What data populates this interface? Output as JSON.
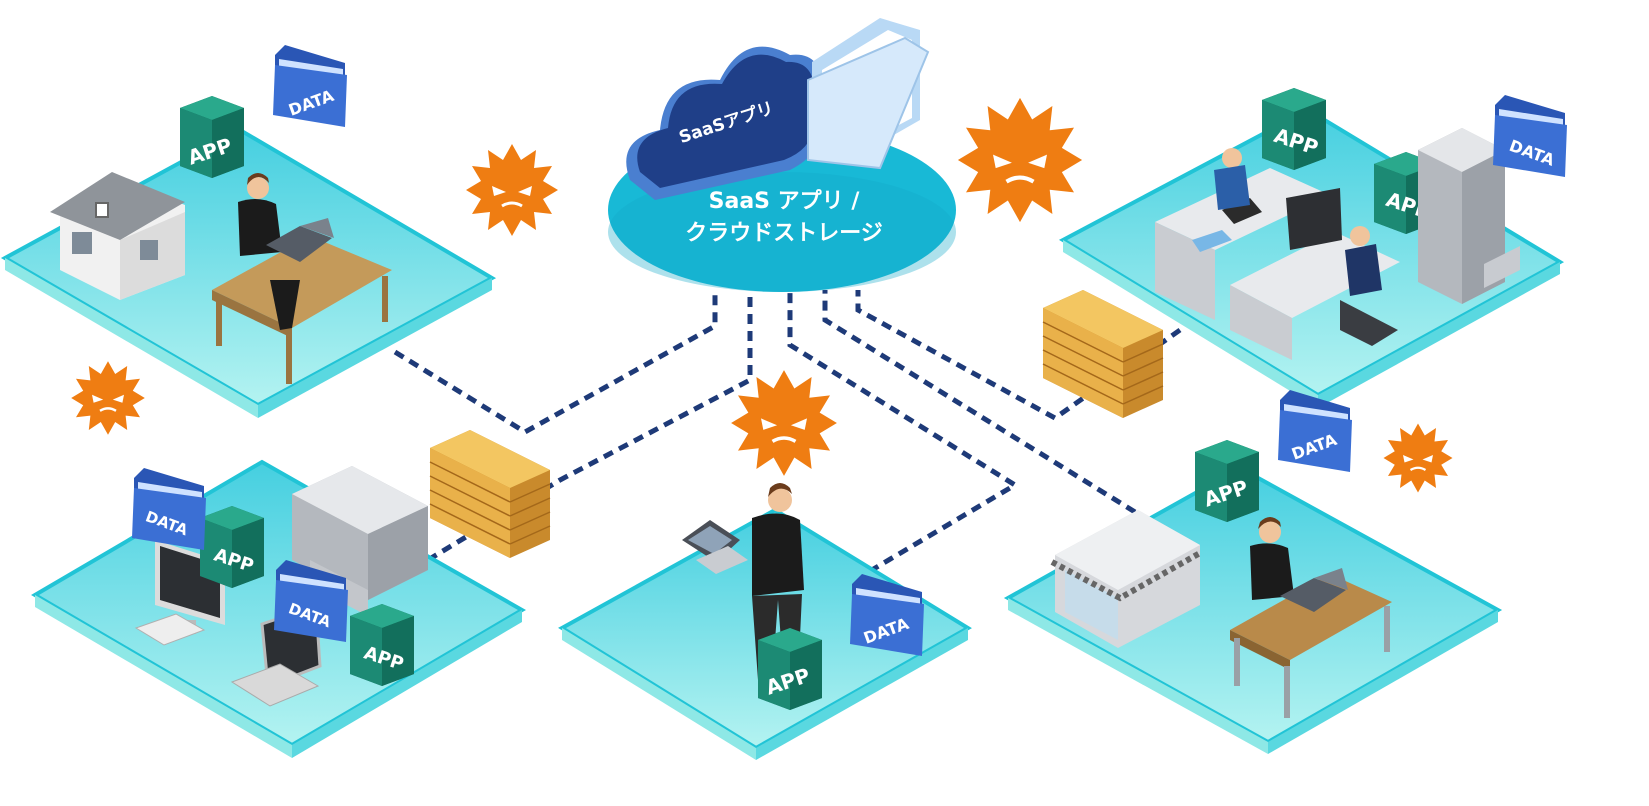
{
  "cloud": {
    "line1": "SaaS アプリ /",
    "line2": "クラウドストレージ",
    "icon_label": "SaaSアプリ"
  },
  "labels": {
    "app": "APP",
    "data": "DATA"
  },
  "colors": {
    "platform": "#7fe3e8",
    "platform_edge": "#21c4d6",
    "cloud": "#18b9d6",
    "app_box": "#1c8a74",
    "data_folder": "#3b6fd4",
    "link": "#1e3a78",
    "virus": "#ef7d12",
    "firewall": "#e9b14a"
  },
  "icons": [
    "virus-icon",
    "firewall-icon",
    "cloud-icon",
    "folder-icon",
    "house-icon",
    "server-icon",
    "laptop-icon",
    "monitor-icon",
    "person-icon"
  ]
}
